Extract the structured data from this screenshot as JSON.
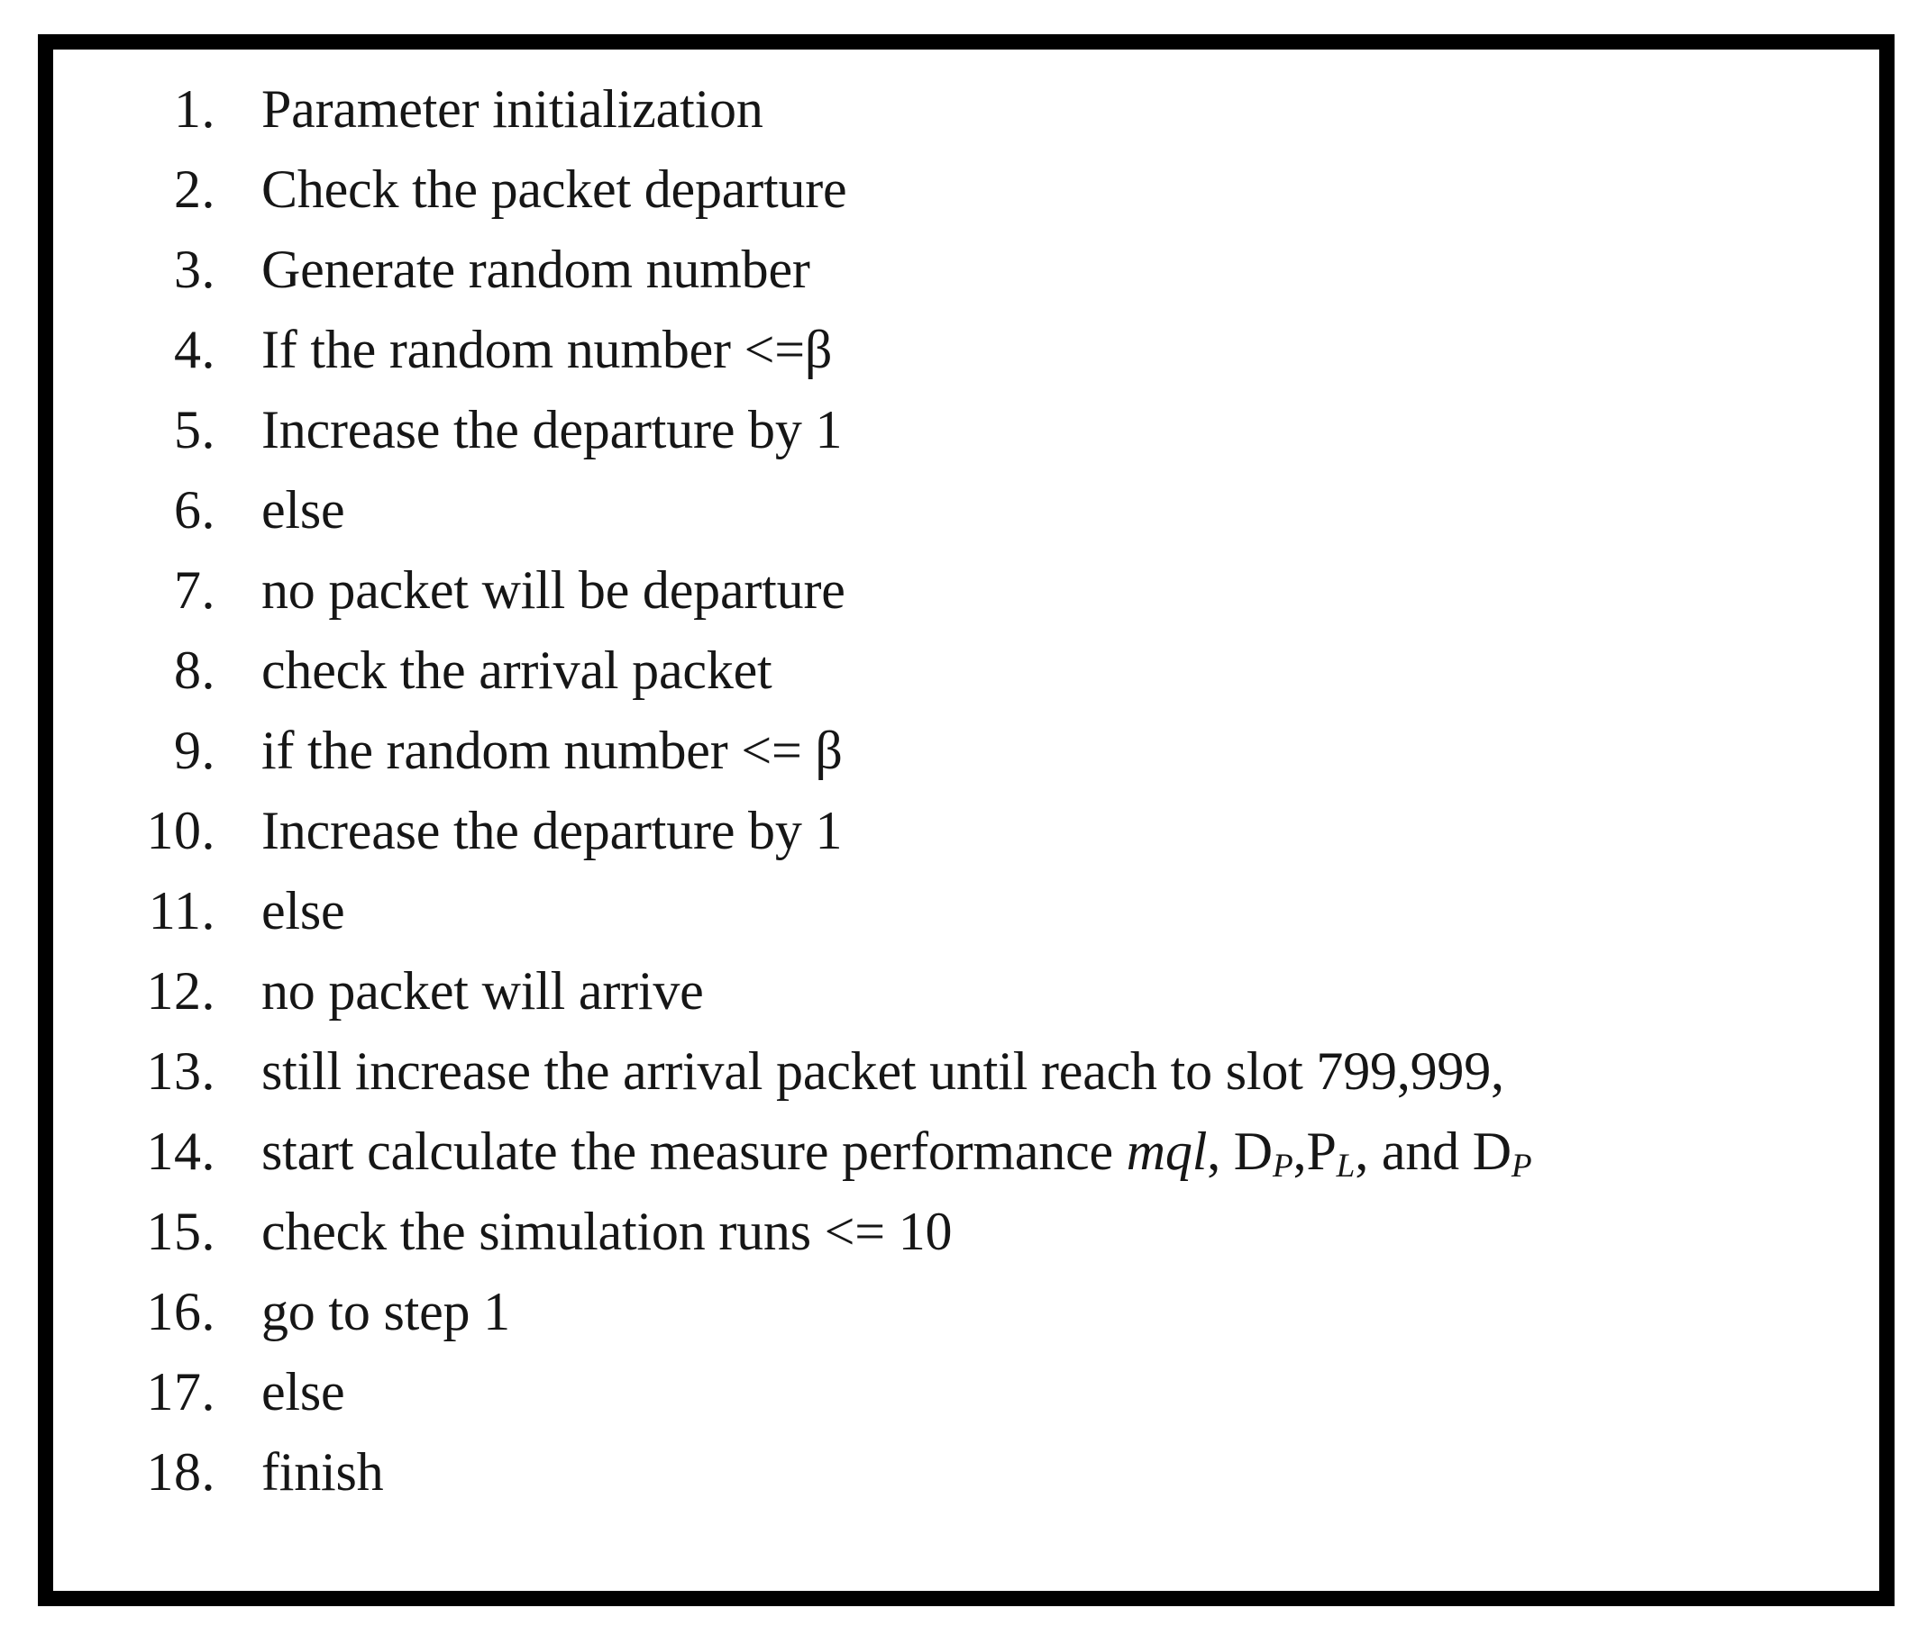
{
  "document": {
    "type": "algorithm-pseudocode-listing",
    "border_color": "#000000",
    "text_color": "#161616",
    "background_color": "#ffffff"
  },
  "steps": [
    {
      "number": "1.",
      "text": "Parameter initialization"
    },
    {
      "number": "2.",
      "text": "Check the packet departure"
    },
    {
      "number": "3.",
      "text": "Generate random number"
    },
    {
      "number": "4.",
      "text": "If the random number <=β"
    },
    {
      "number": "5.",
      "text": "Increase the departure by 1"
    },
    {
      "number": "6.",
      "text": "else"
    },
    {
      "number": "7.",
      "text": "no packet will be departure"
    },
    {
      "number": "8.",
      "text": "check the arrival packet"
    },
    {
      "number": "9.",
      "text": "if the random number <= β"
    },
    {
      "number": "10.",
      "text": "Increase the departure by 1"
    },
    {
      "number": "11.",
      "text": "else"
    },
    {
      "number": "12.",
      "text": "no packet will arrive"
    },
    {
      "number": "13.",
      "text": "still increase the arrival packet until reach to slot 799,999,"
    },
    {
      "number": "14.",
      "text": "start calculate the measure performance mql, D<sub>P</sub>,P<sub>L</sub>, and D<sub>P</sub>",
      "html": true
    },
    {
      "number": "15.",
      "text": "check the simulation runs <= 10"
    },
    {
      "number": "16.",
      "text": "go to step 1"
    },
    {
      "number": "17.",
      "text": "else"
    },
    {
      "number": "18.",
      "text": "finish"
    }
  ],
  "step_14_parts": {
    "prefix": "start calculate the measure performance ",
    "italic_variable": "mql",
    "separator_1": ", D",
    "subscript_1": "P",
    "separator_2": ",P",
    "subscript_2": "L",
    "separator_3": ", and D",
    "subscript_3": "P"
  },
  "symbols": {
    "beta": "β",
    "less_or_equal": "<="
  }
}
